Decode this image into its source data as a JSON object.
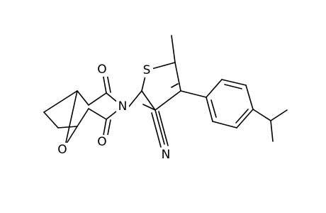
{
  "molecule": {
    "atoms": {
      "sulfur": "S",
      "nitrogen_imide": "N",
      "nitrogen_nitrile": "N",
      "oxygen_carbonyl_top": "O",
      "oxygen_carbonyl_bottom": "O",
      "oxygen_bridge": "O"
    }
  },
  "colors": {
    "bond": "#000000",
    "label": "#000000",
    "background": "#ffffff"
  }
}
